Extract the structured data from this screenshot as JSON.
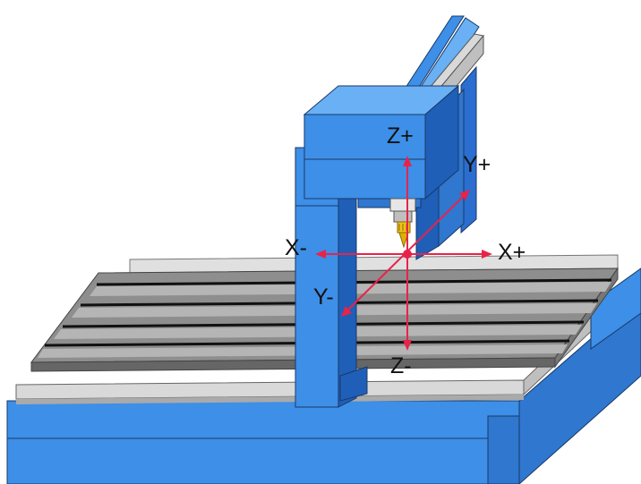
{
  "diagram": {
    "axis_labels": {
      "z_plus": "Z+",
      "z_minus": "Z-",
      "y_plus": "Y+",
      "y_minus": "Y-",
      "x_plus": "X+",
      "x_minus": "X-"
    },
    "colors": {
      "background": "#ffffff",
      "machine_blue": "#3d8fe8",
      "machine_blue_light": "#6ab0f5",
      "machine_blue_dark": "#1f5fb8",
      "table_gray": "#8a8a8a",
      "rail_light": "#d9d9d9",
      "slot_black": "#111111",
      "axis_red": "#e8234a",
      "tool_yellow": "#f1c21b"
    }
  }
}
